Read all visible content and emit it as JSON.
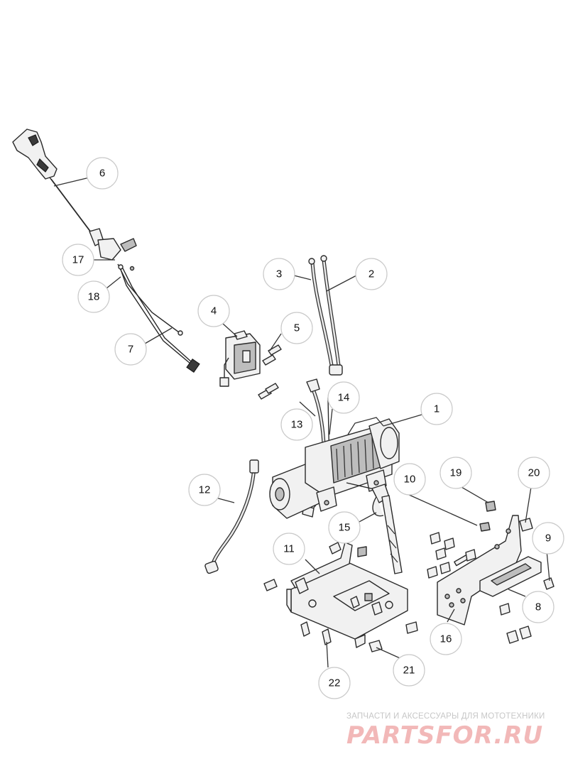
{
  "diagram": {
    "callouts": [
      "1",
      "2",
      "3",
      "4",
      "5",
      "6",
      "7",
      "8",
      "9",
      "10",
      "11",
      "12",
      "13",
      "14",
      "15",
      "16",
      "17",
      "18",
      "19",
      "20",
      "21",
      "22"
    ]
  },
  "watermark": {
    "tagline": "ЗАПЧАСТИ И АКСЕССУАРЫ ДЛЯ МОТОТЕХНИКИ",
    "logo": "PARTSFOR.RU"
  }
}
